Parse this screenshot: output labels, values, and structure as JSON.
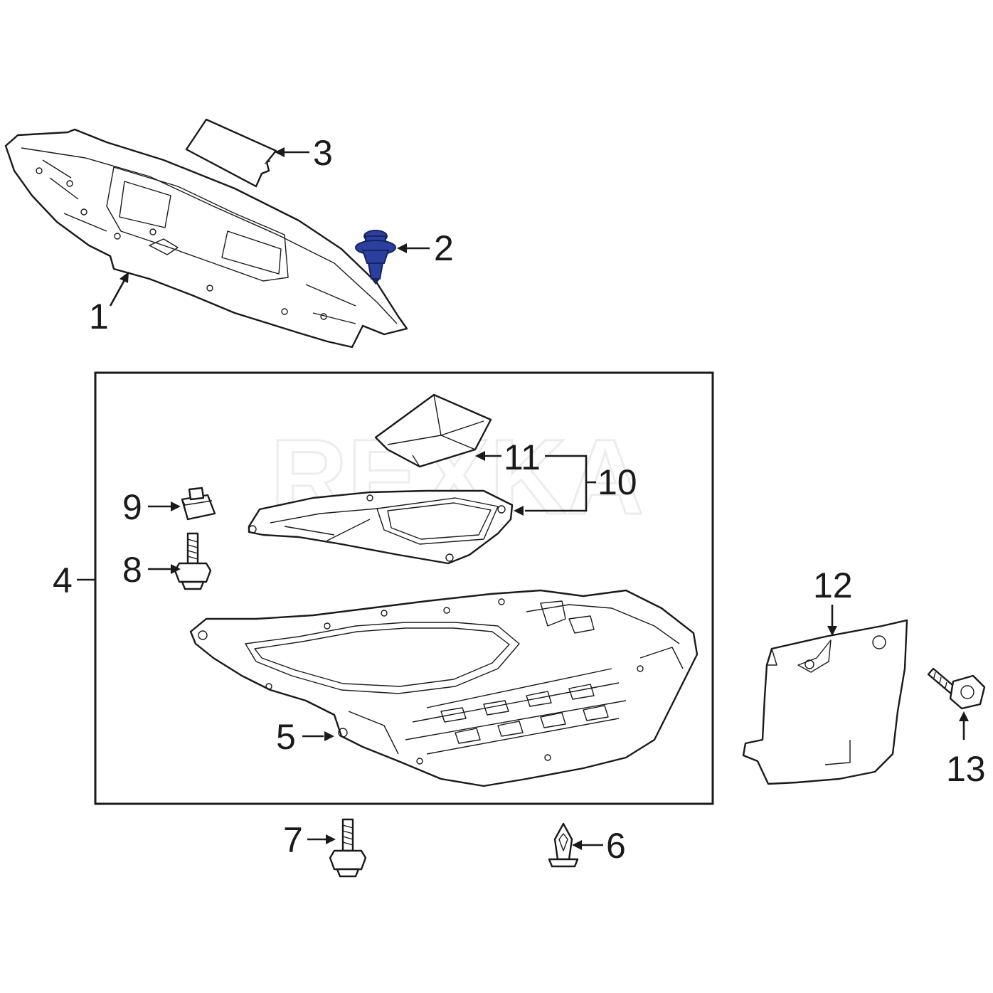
{
  "watermark": "REXKA",
  "colors": {
    "line": "#1a1a1a",
    "highlight": "#2a3f9e",
    "highlight_dark": "#17245e",
    "background": "#ffffff"
  },
  "callouts": [
    {
      "id": "1",
      "text": "1"
    },
    {
      "id": "2",
      "text": "2"
    },
    {
      "id": "3",
      "text": "3"
    },
    {
      "id": "4",
      "text": "4"
    },
    {
      "id": "5",
      "text": "5"
    },
    {
      "id": "6",
      "text": "6"
    },
    {
      "id": "7",
      "text": "7"
    },
    {
      "id": "8",
      "text": "8"
    },
    {
      "id": "9",
      "text": "9"
    },
    {
      "id": "10",
      "text": "10"
    },
    {
      "id": "11",
      "text": "11"
    },
    {
      "id": "12",
      "text": "12"
    },
    {
      "id": "13",
      "text": "13"
    }
  ]
}
